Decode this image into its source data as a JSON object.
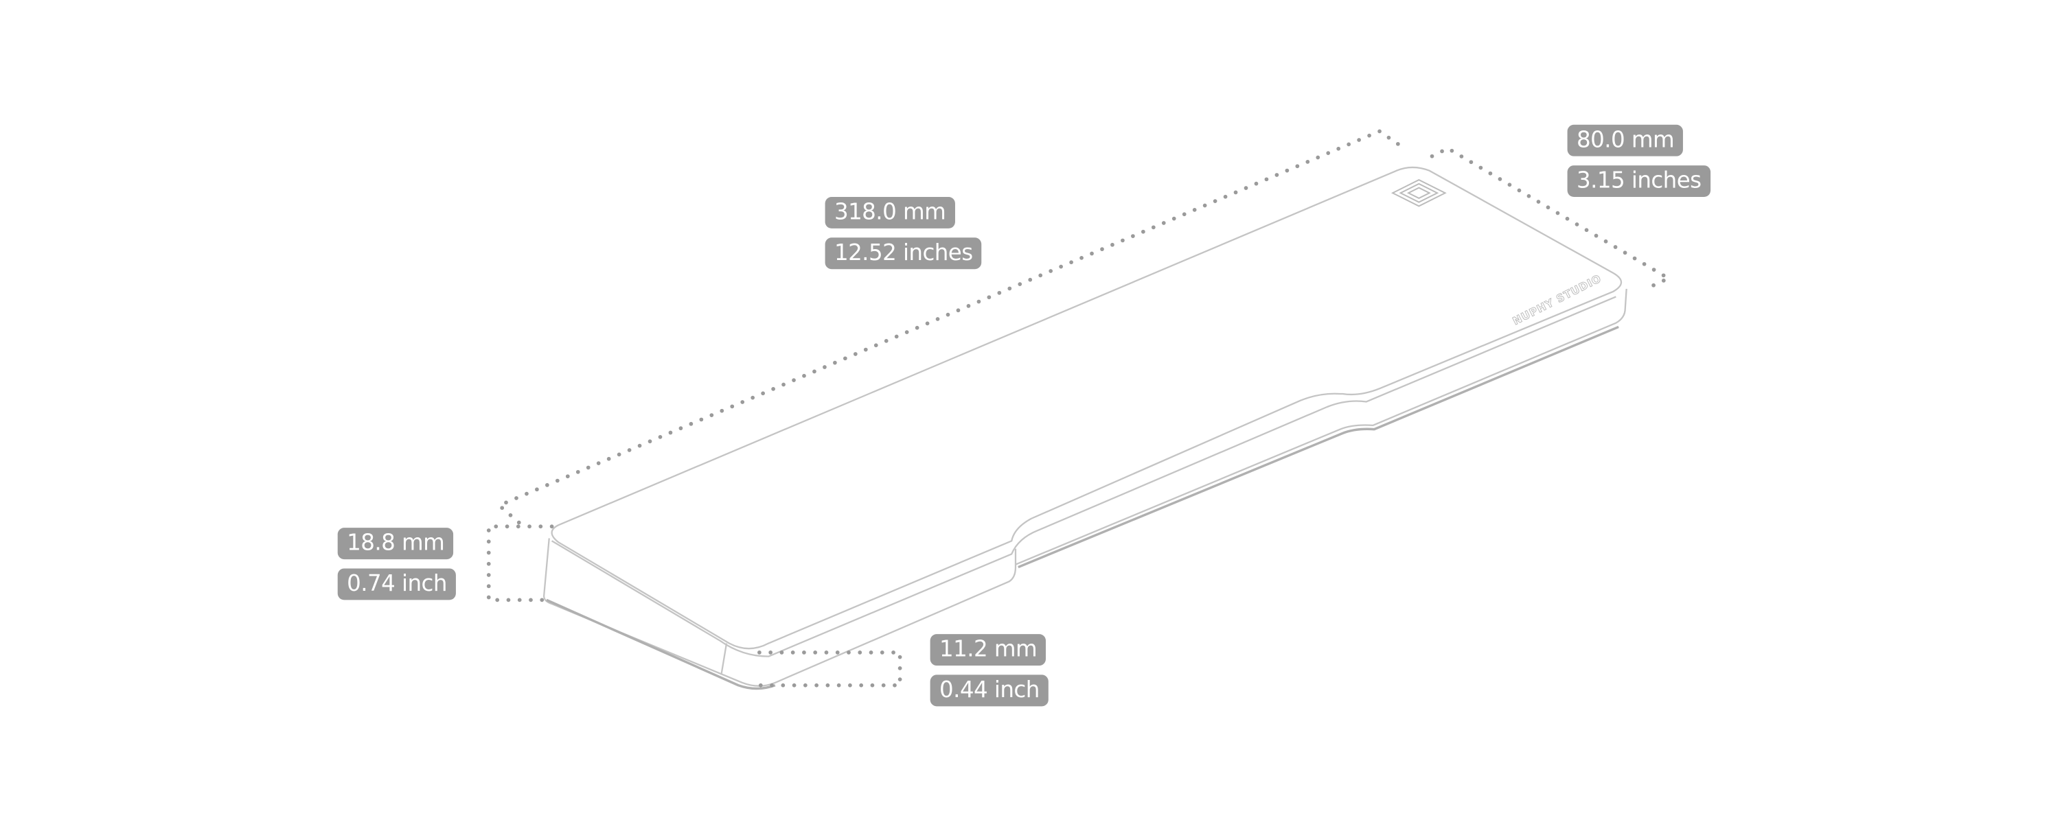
{
  "product": {
    "brand_text": "NUPHY STUDIO",
    "logo": "nuphy-logo-icon"
  },
  "dimensions": {
    "length": {
      "mm": "318.0 mm",
      "inch": "12.52 inches"
    },
    "width": {
      "mm": "80.0 mm",
      "inch": "3.15 inches"
    },
    "height_max": {
      "mm": "18.8 mm",
      "inch": "0.74 inch"
    },
    "height_min": {
      "mm": "11.2 mm",
      "inch": "0.44 inch"
    }
  },
  "colors": {
    "label_bg": "#9a9a9a",
    "line": "#bdbdbd",
    "dots": "#9a9a9a"
  }
}
